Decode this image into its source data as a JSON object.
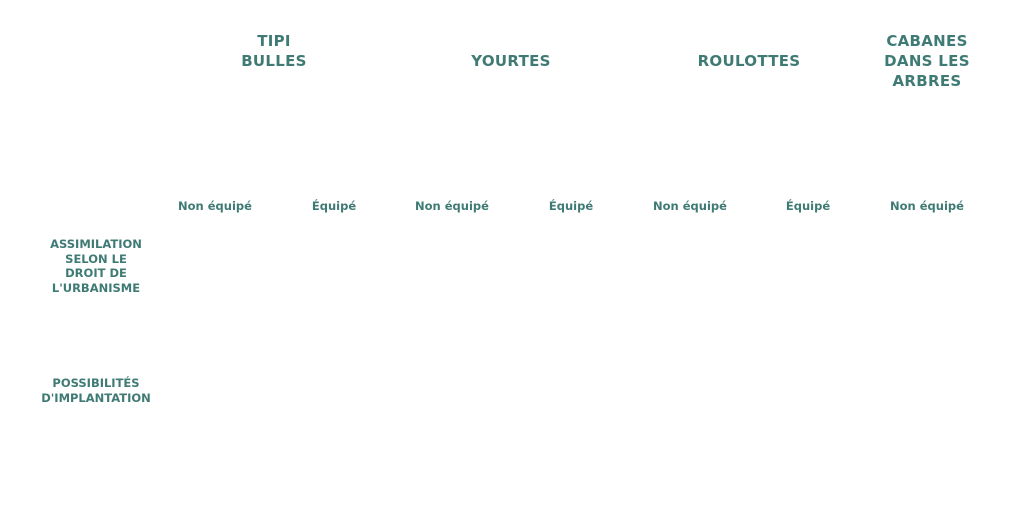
{
  "table": {
    "categories": [
      {
        "label": "TIPI\nBULLES"
      },
      {
        "label": "YOURTES"
      },
      {
        "label": "ROULOTTES"
      },
      {
        "label": "CABANES\nDANS LES\nARBRES"
      }
    ],
    "sub_columns": [
      {
        "label": "Non équipé"
      },
      {
        "label": "Équipé"
      },
      {
        "label": "Non équipé"
      },
      {
        "label": "Équipé"
      },
      {
        "label": "Non équipé"
      },
      {
        "label": "Équipé"
      },
      {
        "label": "Non équipé"
      }
    ],
    "rows": [
      {
        "label": "ASSIMILATION\nSELON LE\nDROIT DE\nL'URBANISME"
      },
      {
        "label": "POSSIBILITÉS\nD'IMPLANTATION"
      }
    ]
  },
  "colors": {
    "text": "#3f7b74",
    "background": "#ffffff"
  }
}
